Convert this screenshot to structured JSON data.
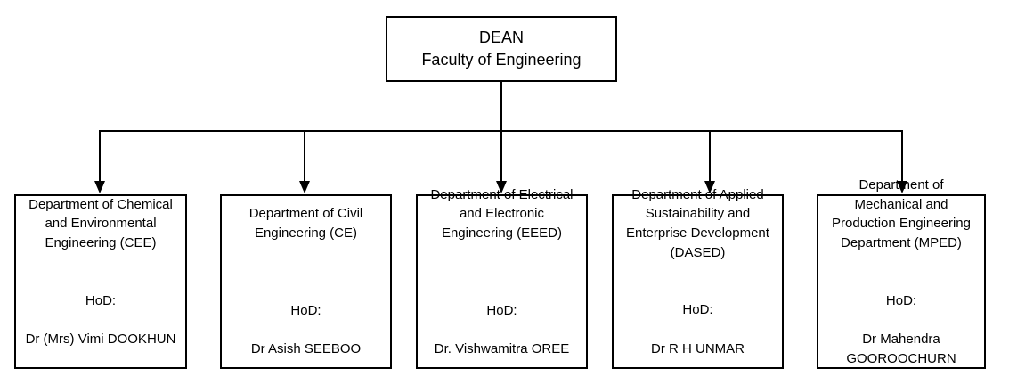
{
  "dean": {
    "title": "DEAN",
    "subtitle": "Faculty of Engineering"
  },
  "departments": [
    {
      "name": "Department of Chemical\nand Environmental\nEngineering (CEE)",
      "hod_label": "HoD:",
      "hod_name": "Dr (Mrs) Vimi DOOKHUN"
    },
    {
      "name": "Department of Civil\nEngineering (CE)",
      "hod_label": "HoD:",
      "hod_name": "Dr Asish SEEBOO"
    },
    {
      "name": "Department of Electrical\nand Electronic\nEngineering (EEED)",
      "hod_label": "HoD:",
      "hod_name": "Dr. Vishwamitra OREE"
    },
    {
      "name": "Department of Applied\nSustainability and\nEnterprise Development\n(DASED)",
      "hod_label": "HoD:",
      "hod_name": "Dr R H UNMAR"
    },
    {
      "name": "Department of\nMechanical and\nProduction Engineering\nDepartment (MPED)",
      "hod_label": "HoD:",
      "hod_name": "Dr Mahendra\nGOOROOCHURN"
    }
  ],
  "colors": {
    "line": "#000000",
    "arrow_fill": "#000000",
    "box_border": "#000000",
    "background": "#ffffff",
    "text": "#000000"
  }
}
